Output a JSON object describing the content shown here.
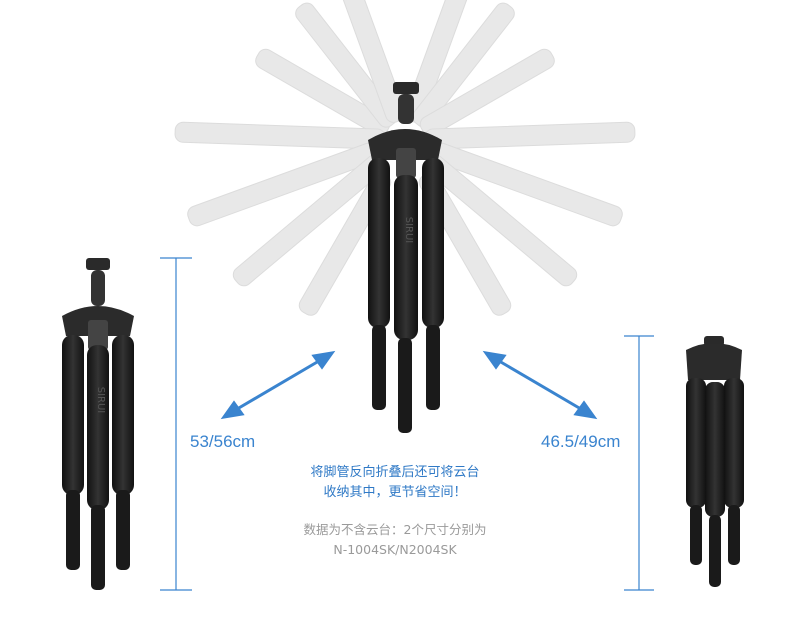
{
  "product_image": {
    "brand_marking": "SIRUI"
  },
  "dimensions": {
    "left_height": "53/56cm",
    "right_height": "46.5/49cm"
  },
  "captions": {
    "line1": "将脚管反向折叠后还可将云台",
    "line2": "收纳其中，更节省空间！",
    "note_line1": "数据为不含云台：2个尺寸分别为",
    "note_line2": "N-1004SK/N2004SK"
  },
  "colors": {
    "accent": "#3a84cf",
    "caption_blue": "#2f79c6",
    "note_gray": "#9a9a9a",
    "tripod_dark": "#222222",
    "ghost_leg": "#e6e6e6"
  }
}
